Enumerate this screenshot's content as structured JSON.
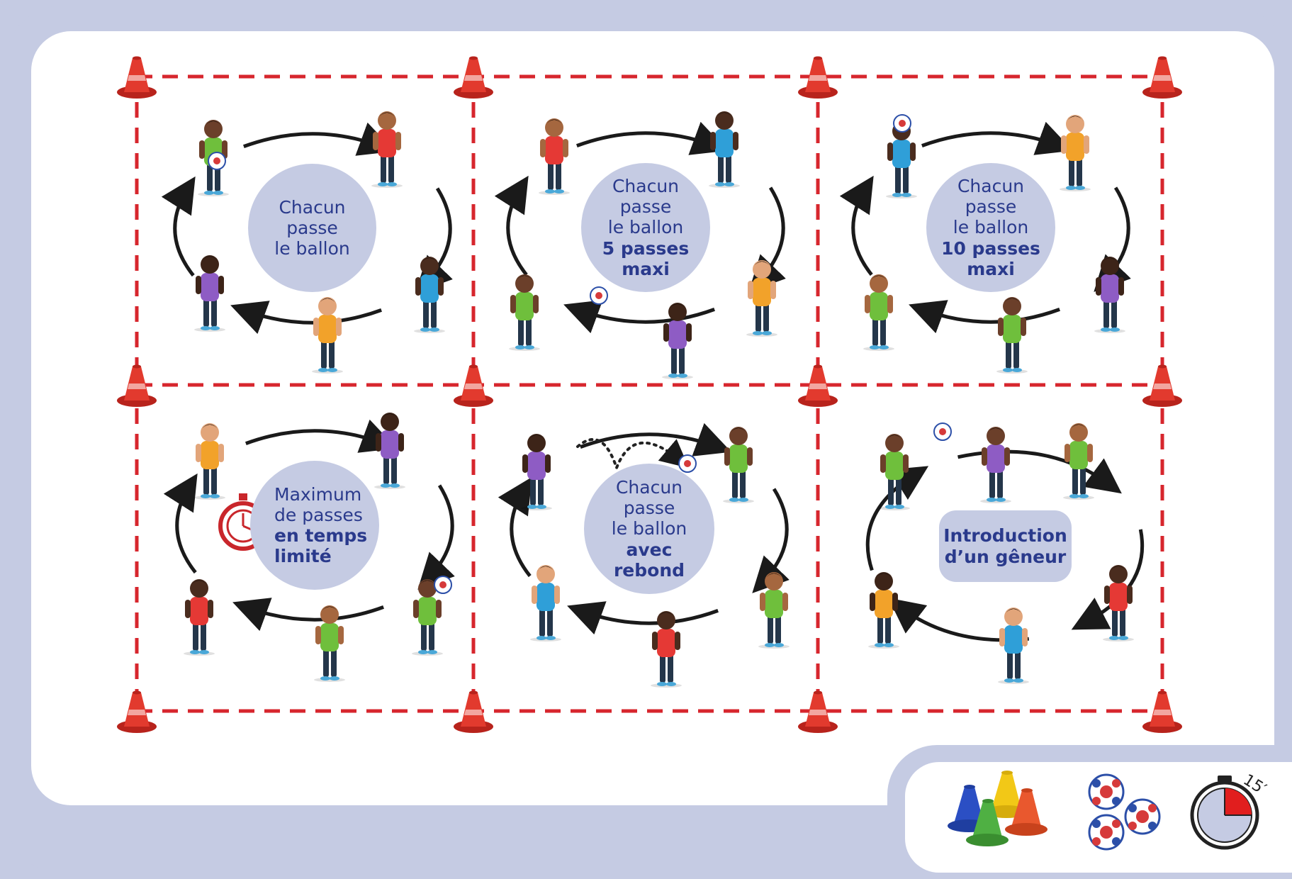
{
  "colors": {
    "frame": "#c5cbe3",
    "zone_line": "#d7262d",
    "cone": "#e23a2e",
    "text": "#2a3a8c",
    "bubble": "#c5cbe3",
    "arrow": "#1a1a1a"
  },
  "zones": [
    {
      "lines": [
        "Chacun",
        "passe",
        "le ballon"
      ],
      "bold": []
    },
    {
      "lines": [
        "Chacun",
        "passe",
        "le ballon"
      ],
      "bold": [
        "5 passes",
        "maxi"
      ]
    },
    {
      "lines": [
        "Chacun",
        "passe",
        "le ballon"
      ],
      "bold": [
        "10 passes",
        "maxi"
      ]
    },
    {
      "lines": [
        "Maximum",
        "de passes"
      ],
      "bold": [
        "en temps",
        "limité"
      ],
      "icon": "stopwatch-icon"
    },
    {
      "lines": [
        "Chacun",
        "passe",
        "le ballon"
      ],
      "bold": [
        "avec",
        "rebond"
      ]
    },
    {
      "lines": [],
      "bold": [
        "Introduction",
        "d’un gêneur"
      ]
    }
  ],
  "legend": {
    "items": [
      "cones-icon",
      "balls-icon",
      "timer-icon"
    ],
    "duration_label": "15′"
  }
}
